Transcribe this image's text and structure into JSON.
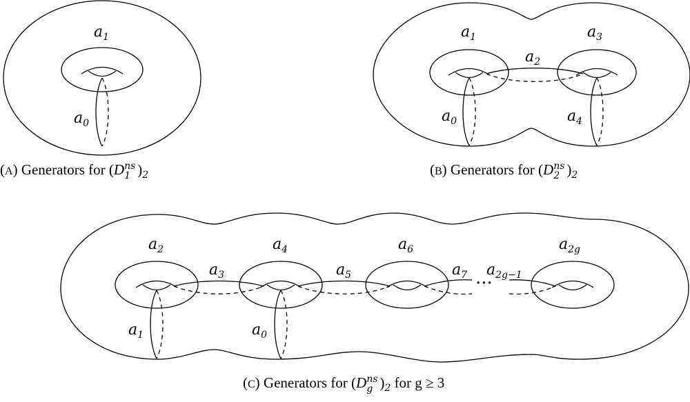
{
  "panels": [
    {
      "id": "A",
      "caption_letter": "A",
      "caption_prefix": "Generators for (",
      "caption_D": "D",
      "caption_sup": "ns",
      "caption_sub": "1",
      "caption_suffix": ")",
      "caption_outer_sub": "2",
      "caption_tail": "",
      "labels": [
        {
          "base": "a",
          "sub": "1"
        },
        {
          "base": "a",
          "sub": "0"
        }
      ]
    },
    {
      "id": "B",
      "caption_letter": "B",
      "caption_prefix": "Generators for (",
      "caption_D": "D",
      "caption_sup": "ns",
      "caption_sub": "2",
      "caption_suffix": ")",
      "caption_outer_sub": "2",
      "caption_tail": "",
      "labels": [
        {
          "base": "a",
          "sub": "1"
        },
        {
          "base": "a",
          "sub": "2"
        },
        {
          "base": "a",
          "sub": "3"
        },
        {
          "base": "a",
          "sub": "0"
        },
        {
          "base": "a",
          "sub": "4"
        }
      ]
    },
    {
      "id": "C",
      "caption_letter": "C",
      "caption_prefix": "Generators for (",
      "caption_D": "D",
      "caption_sup": "ns",
      "caption_sub": "g",
      "caption_suffix": ")",
      "caption_outer_sub": "2",
      "caption_tail": " for g ≥ 3",
      "labels": [
        {
          "base": "a",
          "sub": "2"
        },
        {
          "base": "a",
          "sub": "4"
        },
        {
          "base": "a",
          "sub": "6"
        },
        {
          "base": "a",
          "sub": "2g"
        },
        {
          "base": "a",
          "sub": "3"
        },
        {
          "base": "a",
          "sub": "5"
        },
        {
          "base": "a",
          "sub": "7"
        },
        {
          "base": "a",
          "sub": "2g−1"
        },
        {
          "base": "a",
          "sub": "1"
        },
        {
          "base": "a",
          "sub": "0"
        }
      ],
      "ellipsis": "···"
    }
  ]
}
